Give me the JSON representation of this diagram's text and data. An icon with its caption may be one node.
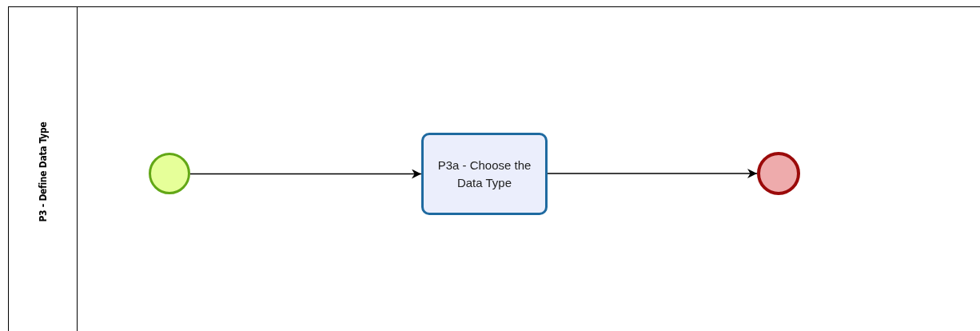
{
  "diagram": {
    "nodes": [
      {
        "text": [
          "P3 - Define Data Type"
        ]
      },
      {
        "text": [],
        "shape": "circle",
        "in": 0
      },
      {
        "text": [
          "P3a - Choose the Data Type"
        ],
        "in": 0
      },
      {
        "text": [],
        "shape": "circle",
        "in": 0
      }
    ],
    "edges": [
      {
        "from": 1,
        "to": 2,
        "arrow": "to"
      },
      {
        "from": 2,
        "to": 3,
        "arrow": "to"
      }
    ]
  }
}
